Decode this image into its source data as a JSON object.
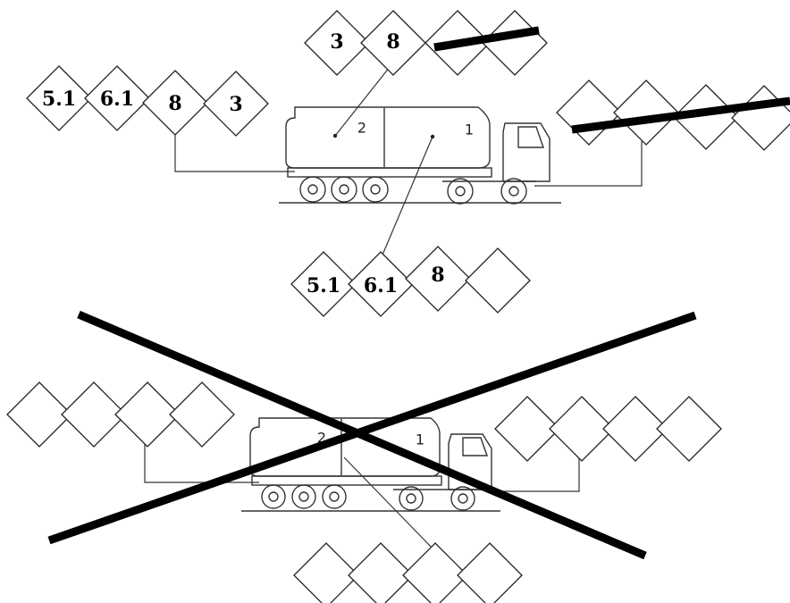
{
  "top_example": {
    "tank_compartments": [
      "2",
      "1"
    ],
    "left_plates": [
      "5.1",
      "6.1",
      "8",
      "3"
    ],
    "top_plates": [
      "3",
      "8",
      "",
      ""
    ],
    "right_plates": [
      "",
      "",
      "",
      ""
    ],
    "bottom_plates": [
      "5.1",
      "6.1",
      "8",
      ""
    ]
  },
  "bottom_example": {
    "tank_compartments": [
      "2",
      "1"
    ],
    "left_plates": [
      "",
      "",
      "",
      ""
    ],
    "right_plates": [
      "",
      "",
      "",
      ""
    ],
    "bottom_plates": [
      "",
      "",
      "",
      ""
    ]
  }
}
